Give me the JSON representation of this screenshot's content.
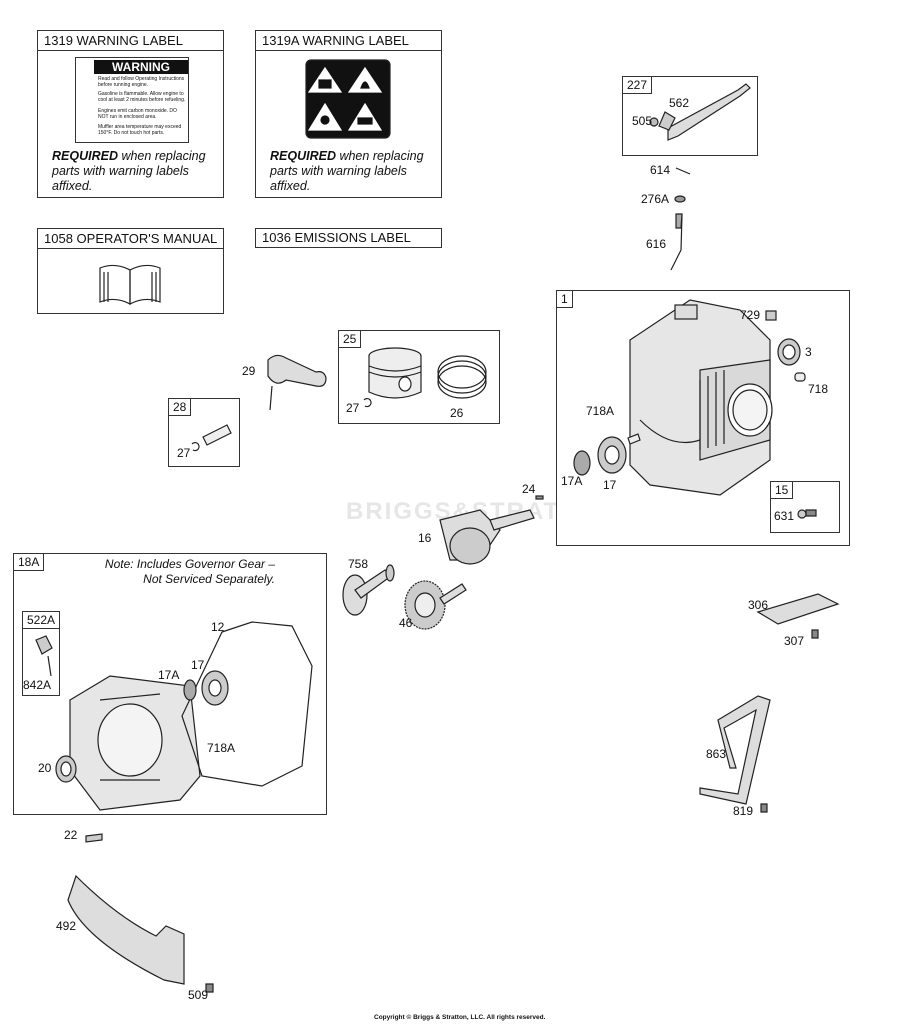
{
  "labels_section": {
    "warning_label": {
      "title": "1319 WARNING LABEL",
      "heading": "WARNING",
      "lines": [
        "Read and follow Operating Instructions before running engine.",
        "Gasoline is flammable. Allow engine to cool at least 2 minutes before refueling.",
        "Engines emit carbon monoxide. DO NOT run in enclosed area.",
        "Muffler area temperature may exceed 150°F. Do not touch hot parts."
      ],
      "required": "REQUIRED",
      "req_rest": " when replacing parts with warning labels affixed."
    },
    "warning_label_a": {
      "title": "1319A WARNING LABEL",
      "required": "REQUIRED",
      "req_rest": " when replacing parts with warning labels affixed."
    },
    "manual": {
      "title": "1058 OPERATOR'S MANUAL"
    },
    "emissions": {
      "title": "1036 EMISSIONS LABEL"
    }
  },
  "watermark": "BRIGGS&STRATTON",
  "groups": {
    "g227": "227",
    "g1": "1",
    "g25": "25",
    "g28": "28",
    "g15": "15",
    "g18a": "18A",
    "g522a": "522A"
  },
  "note_18a": {
    "line1": "Note: Includes Governor Gear –",
    "line2": "Not Serviced Separately."
  },
  "parts": {
    "p562": "562",
    "p505": "505",
    "p614": "614",
    "p276a": "276A",
    "p616": "616",
    "p729": "729",
    "p3": "3",
    "p718": "718",
    "p718a_top": "718A",
    "p17a_top": "17A",
    "p17_top": "17",
    "p631": "631",
    "p29": "29",
    "p27_25": "27",
    "p26": "26",
    "p27_28": "27",
    "p24": "24",
    "p16": "16",
    "p758": "758",
    "p46": "46",
    "p306": "306",
    "p307": "307",
    "p863": "863",
    "p819": "819",
    "p12": "12",
    "p17a_bot": "17A",
    "p17_bot": "17",
    "p842a": "842A",
    "p20": "20",
    "p718a_bot": "718A",
    "p22": "22",
    "p492": "492",
    "p509": "509"
  },
  "copyright": "Copyright © Briggs & Stratton, LLC. All rights reserved."
}
